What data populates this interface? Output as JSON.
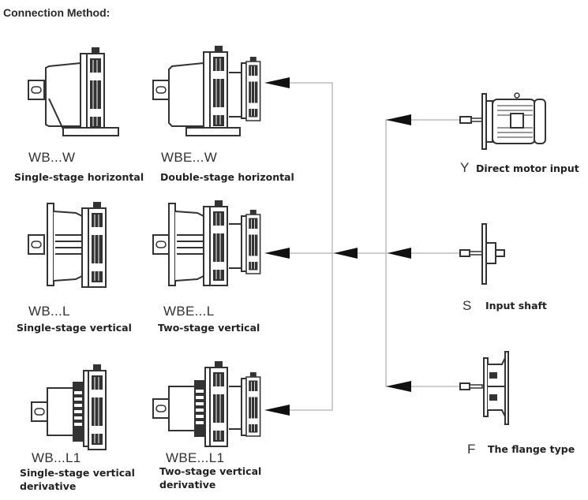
{
  "title": "Connection Method:",
  "gearboxes": [
    {
      "code": "WB...W",
      "description": "Single-stage horizontal"
    },
    {
      "code": "WBE...W",
      "description": "Double-stage horizontal"
    },
    {
      "code": "WB...L",
      "description": "Single-stage vertical"
    },
    {
      "code": "WBE...L",
      "description": "Two-stage vertical"
    },
    {
      "code": "WB...L1",
      "description_line1": "Single-stage vertical",
      "description_line2": "derivative"
    },
    {
      "code": "WBE...L1",
      "description_line1": "Two-stage vertical",
      "description_line2": "derivative"
    }
  ],
  "inputs": [
    {
      "letter": "Y",
      "label": "Direct motor input",
      "icon": "motor-icon"
    },
    {
      "letter": "S",
      "label": "Input shaft",
      "icon": "input-shaft-icon"
    },
    {
      "letter": "F",
      "label": "The flange type",
      "icon": "flange-icon"
    }
  ],
  "colors": {
    "line": "#bdbdbd",
    "arrow": "#111111",
    "drawing": "#333333"
  }
}
